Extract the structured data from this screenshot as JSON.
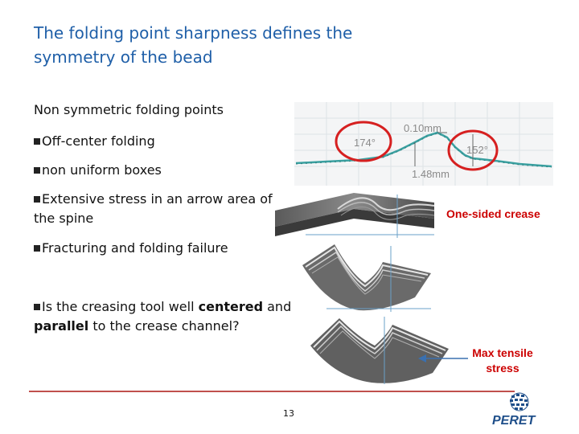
{
  "slide": {
    "title_line1": "The folding point sharpness defines the",
    "title_line2": "symmetry of the bead",
    "subhead": "Non symmetric folding points",
    "bullets": [
      {
        "text": "Off-center folding"
      },
      {
        "text": "non uniform boxes"
      },
      {
        "text": "Extensive stress in an arrow area of the spine"
      },
      {
        "text": "Fracturing and folding failure"
      }
    ],
    "question": {
      "pre": "Is the creasing tool well ",
      "bold1": "centered",
      "mid1": " and ",
      "bold2": "parallel",
      "post": " to the crease channel?"
    },
    "page_number": "13"
  },
  "profile": {
    "top_label": "0.10mm",
    "left_angle": "174°",
    "right_angle": "152°",
    "bottom_label": "1.48mm"
  },
  "labels": {
    "one_sided": "One-sided crease",
    "tensile": "Max tensile stress"
  },
  "logo": {
    "text": "PERET"
  },
  "colors": {
    "title": "#1f5fa8",
    "accent_red": "#cc0000",
    "footer_line": "#c0504d",
    "profile_line": "#3aa0a0"
  }
}
